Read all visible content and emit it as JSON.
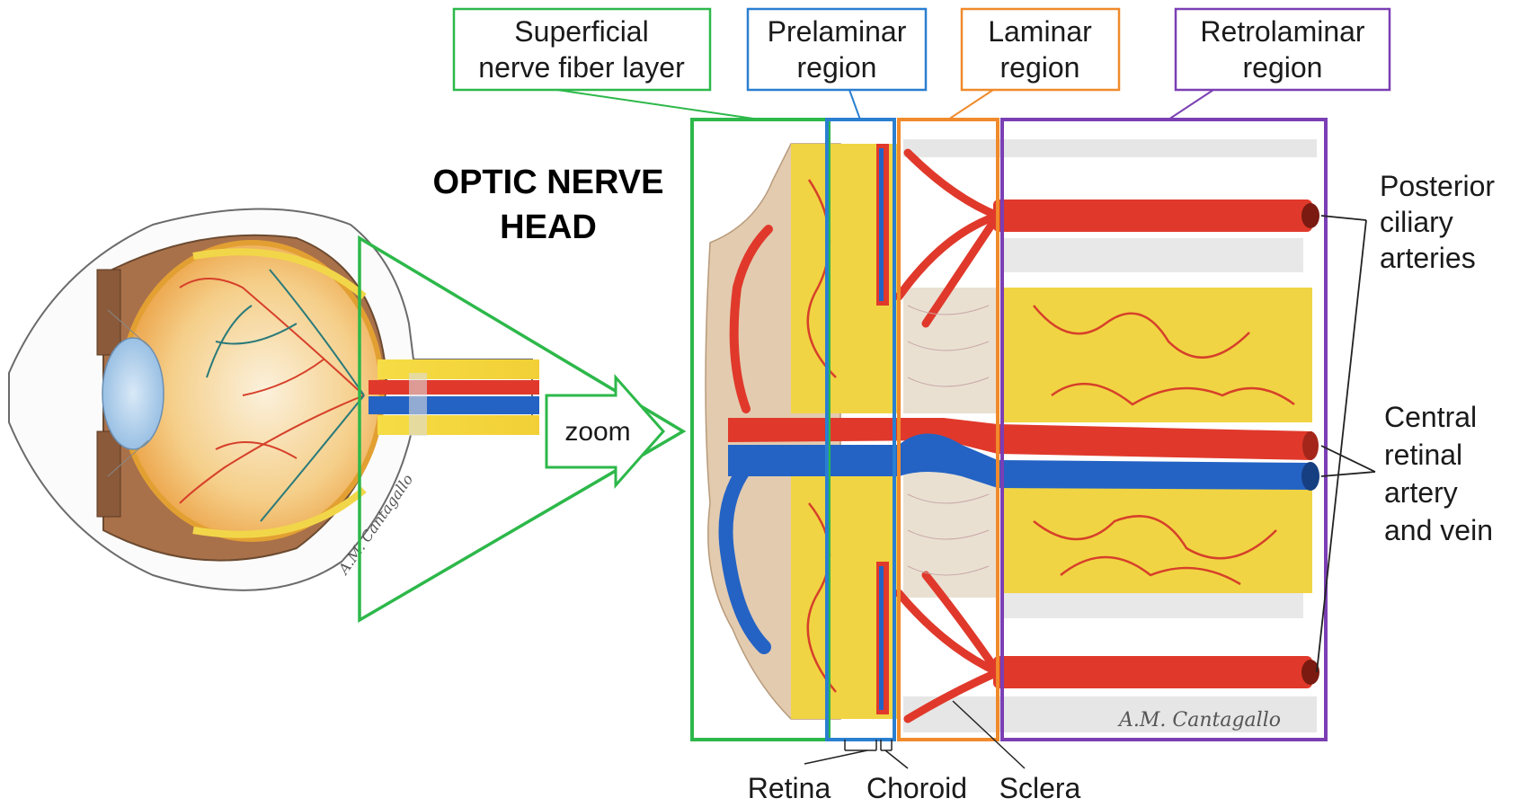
{
  "title": {
    "line1": "OPTIC NERVE",
    "line2": "HEAD"
  },
  "zoom_label": "zoom",
  "regions": [
    {
      "line1": "Superficial",
      "line2": "nerve fiber layer",
      "color": "#2db84a"
    },
    {
      "line1": "Prelaminar",
      "line2": "region",
      "color": "#2a7fd0"
    },
    {
      "line1": "Laminar",
      "line2": "region",
      "color": "#f08a2c"
    },
    {
      "line1": "Retrolaminar",
      "line2": "region",
      "color": "#7b3fb3"
    }
  ],
  "right_labels": {
    "posterior": [
      "Posterior",
      "ciliary",
      "arteries"
    ],
    "central": [
      "Central",
      "retinal",
      "artery",
      "and vein"
    ]
  },
  "bottom_labels": {
    "retina": "Retina",
    "choroid": "Choroid",
    "sclera": "Sclera"
  },
  "signature": "A.M. Cantagallo",
  "colors": {
    "artery": "#e0392b",
    "vein": "#2463c4",
    "nerve": "#f1d443",
    "tissue": "#e3cbb0",
    "lens": "#a8ccec",
    "sclera_gray": "#dcdcdc"
  }
}
